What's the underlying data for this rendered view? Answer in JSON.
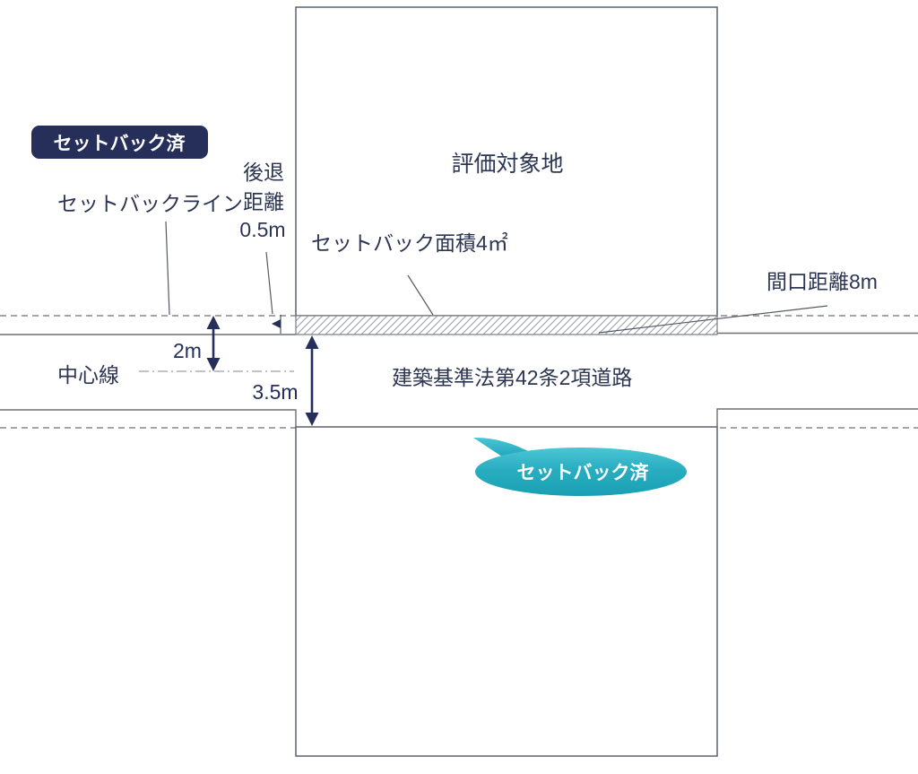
{
  "diagram": {
    "badge": {
      "label": "セットバック済"
    },
    "bubble": {
      "label": "セットバック済"
    },
    "parcels": {
      "target": "評価対象地",
      "road": "建築基準法第42条2項道路"
    },
    "labels": {
      "setback_line": "セットバックライン",
      "retreat_l1": "後退",
      "retreat_l2": "距離",
      "retreat_l3": "0.5m",
      "setback_area": "セットバック面積4㎡",
      "frontage": "間口距離8m",
      "center_line": "中心線"
    },
    "dimensions": {
      "half_width": "2m",
      "road_width": "3.5m"
    },
    "colors": {
      "navy": "#252f5a",
      "teal": "#2ab2c4",
      "text_navy": "#2c3653",
      "line_gray": "#6b6f78"
    }
  }
}
